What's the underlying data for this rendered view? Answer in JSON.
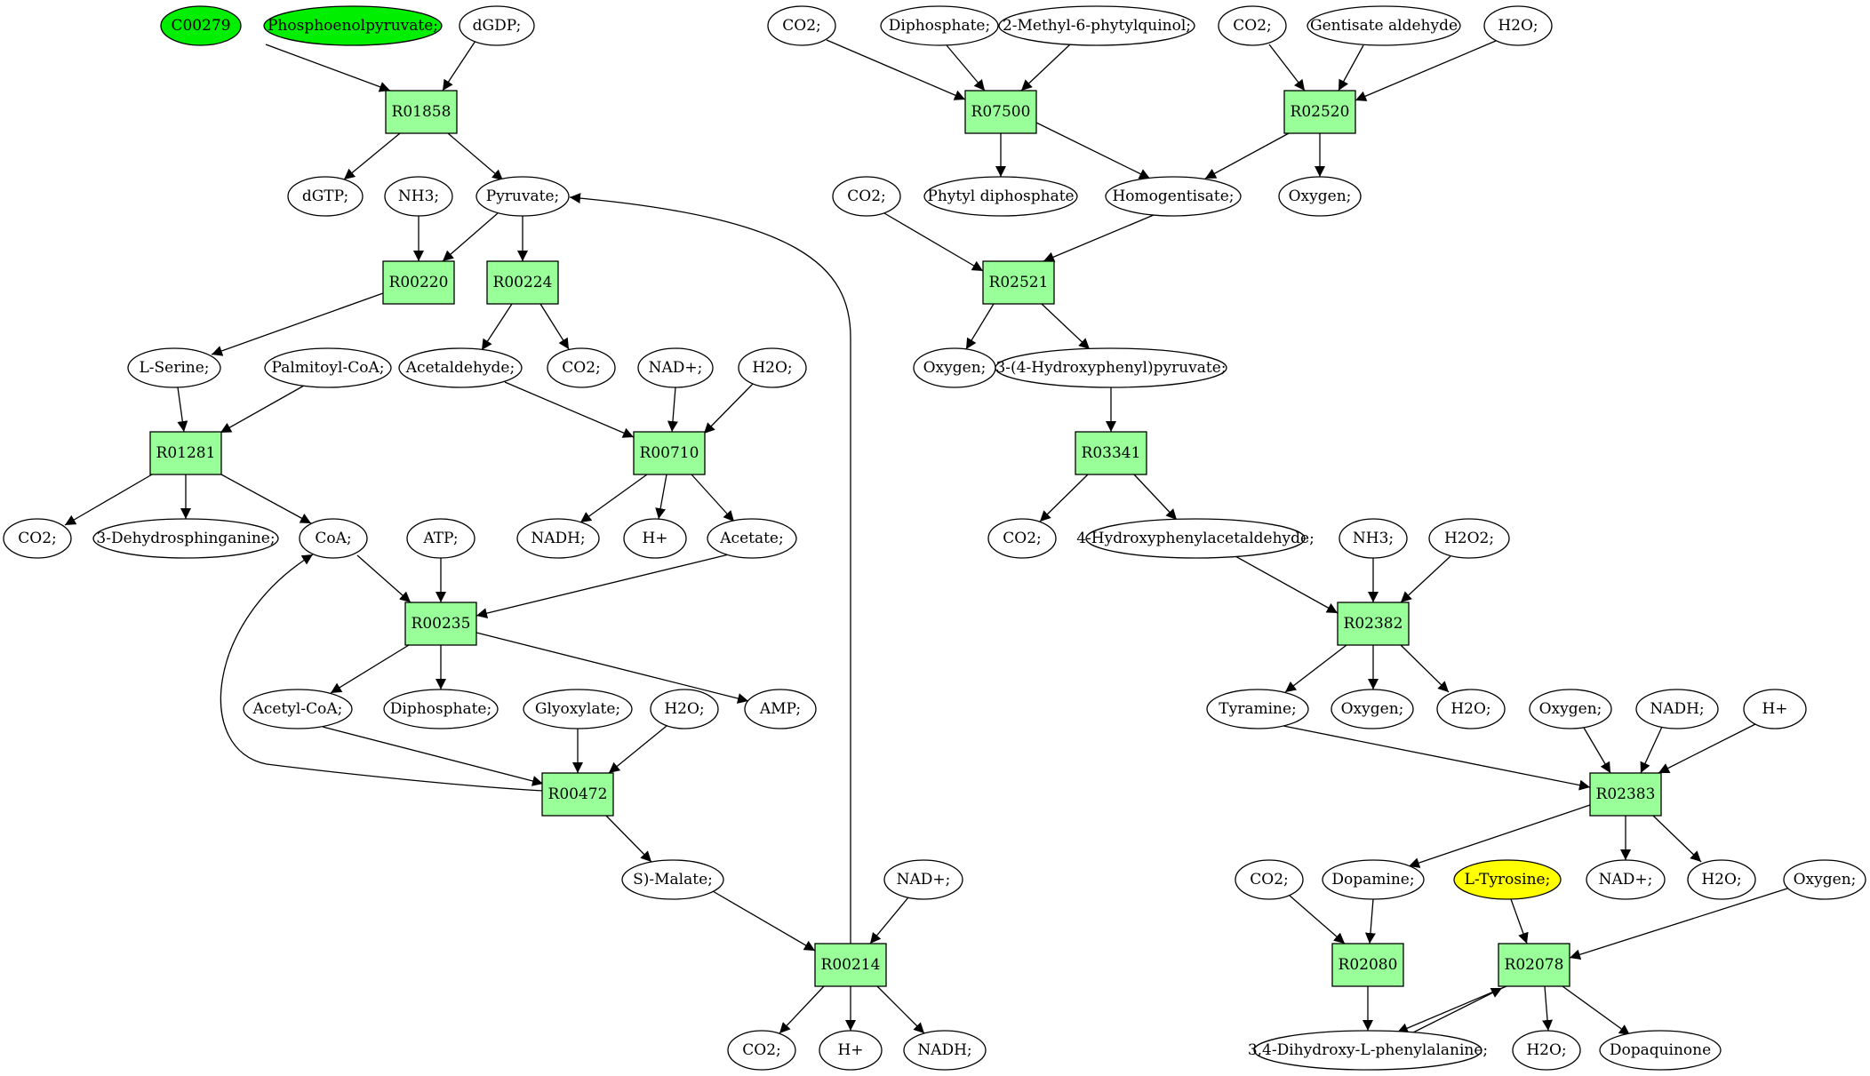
{
  "colors": {
    "reaction_fill": "#99ff99",
    "metabolite_fill": "#ffffff",
    "start_fill": "#00ee00",
    "target_fill": "#ffff00",
    "stroke": "#000000"
  },
  "reactions": {
    "r01858": "R01858",
    "r00220": "R00220",
    "r00224": "R00224",
    "r01281": "R01281",
    "r00710": "R00710",
    "r00235": "R00235",
    "r00472": "R00472",
    "r00214": "R00214",
    "r07500": "R07500",
    "r02520": "R02520",
    "r02521": "R02521",
    "r03341": "R03341",
    "r02382": "R02382",
    "r02383": "R02383",
    "r02080": "R02080",
    "r02078": "R02078"
  },
  "metabolites": {
    "c00279": "C00279",
    "pep": "Phosphoenolpyruvate;",
    "dgdp": "dGDP;",
    "dgtp": "dGTP;",
    "nh3_a": "NH3;",
    "pyruvate": "Pyruvate;",
    "lserine": "L-Serine;",
    "palmitoyl": "Palmitoyl-CoA;",
    "acetaldehyde": "Acetaldehyde;",
    "co2_a": "CO2;",
    "nadplus_a": "NAD+;",
    "h2o_a": "H2O;",
    "co2_b": "CO2;",
    "dehydro": "3-Dehydrosphinganine;",
    "coa": "CoA;",
    "atp": "ATP;",
    "nadh_a": "NADH;",
    "hplus_a": "H+",
    "acetate": "Acetate;",
    "acetylcoa": "Acetyl-CoA;",
    "diphosphate_a": "Diphosphate;",
    "glyoxylate": "Glyoxylate;",
    "h2o_b": "H2O;",
    "amp": "AMP;",
    "smalate": "S)-Malate;",
    "nadplus_b": "NAD+;",
    "co2_c": "CO2;",
    "hplus_b": "H+",
    "nadh_b": "NADH;",
    "co2_d": "CO2;",
    "diphosphate_b": "Diphosphate;",
    "methylphytyl": "2-Methyl-6-phytylquinol;",
    "co2_e": "CO2;",
    "gentisate": "Gentisate aldehyde",
    "h2o_c": "H2O;",
    "co2_f": "CO2;",
    "phytyl": "Phytyl diphosphate",
    "homogentisate": "Homogentisate;",
    "oxygen_a": "Oxygen;",
    "oxygen_b": "Oxygen;",
    "hpp": "3-(4-Hydroxyphenyl)pyruvate;",
    "co2_g": "CO2;",
    "hpa": "4-Hydroxyphenylacetaldehyde;",
    "nh3_b": "NH3;",
    "h2o2": "H2O2;",
    "tyramine": "Tyramine;",
    "oxygen_c": "Oxygen;",
    "h2o_d": "H2O;",
    "oxygen_d": "Oxygen;",
    "nadh_c": "NADH;",
    "hplus_c": "H+",
    "co2_h": "CO2;",
    "dopamine": "Dopamine;",
    "ltyrosine": "L-Tyrosine;",
    "nadplus_c": "NAD+;",
    "h2o_e": "H2O;",
    "oxygen_e": "Oxygen;",
    "dopa": "3,4-Dihydroxy-L-phenylalanine;",
    "h2o_f": "H2O;",
    "dopaquinone": "Dopaquinone"
  }
}
